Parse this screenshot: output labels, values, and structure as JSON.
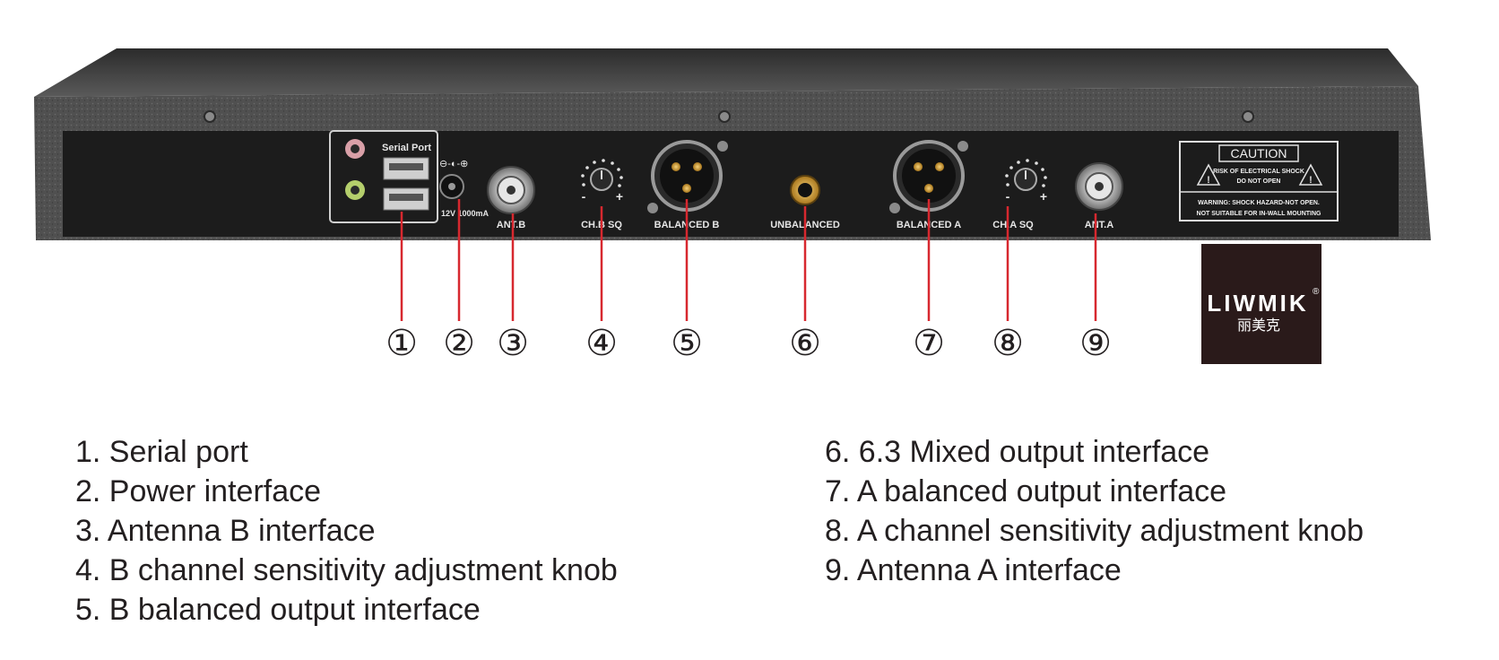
{
  "device": {
    "port_labels": {
      "serial_port": "Serial Port",
      "power": "12V 1000mA",
      "ant_b": "ANT.B",
      "ch_b_sq": "CH.B SQ",
      "balanced_b": "BALANCED B",
      "unbalanced": "UNBALANCED",
      "balanced_a": "BALANCED A",
      "ch_a_sq": "CH.A SQ",
      "ant_a": "ANT.A"
    },
    "caution": {
      "title": "CAUTION",
      "line1": "RISK OF ELECTRICAL SHOCK",
      "line2": "DO NOT OPEN",
      "warning1": "WARNING: SHOCK HAZARD-NOT OPEN.",
      "warning2": "NOT SUITABLE FOR IN-WALL MOUNTING"
    },
    "knob_marks": {
      "minus": "-",
      "plus": "+"
    }
  },
  "callouts": [
    "①",
    "②",
    "③",
    "④",
    "⑤",
    "⑥",
    "⑦",
    "⑧",
    "⑨"
  ],
  "logo": {
    "brand": "LIWMIK",
    "registered": "®",
    "chinese": "丽美克"
  },
  "legend": {
    "left": [
      "1. Serial port",
      "2. Power interface",
      "3. Antenna B interface",
      "4. B channel sensitivity adjustment knob",
      "5. B balanced output interface"
    ],
    "right": [
      "6. 6.3 Mixed output interface",
      "7. A balanced output interface",
      "8. A channel sensitivity adjustment knob",
      "9. Antenna A interface"
    ]
  },
  "colors": {
    "callout_line": "#d7282f",
    "panel": "#1e1e1e",
    "chassis": "#4a4a4a",
    "text": "#231f20"
  }
}
